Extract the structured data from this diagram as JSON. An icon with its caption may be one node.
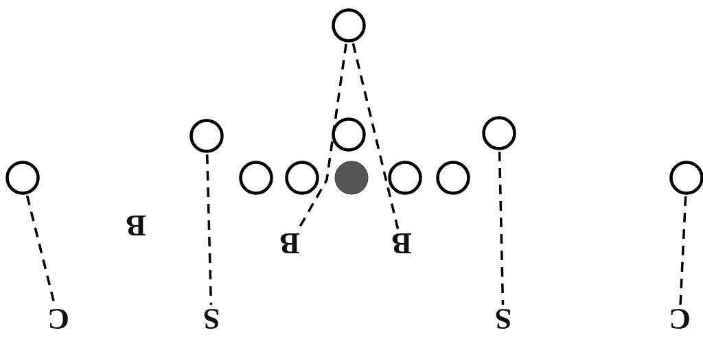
{
  "diagram": {
    "nodes": [
      {
        "text": [],
        "shape": "circle"
      },
      {
        "text": [],
        "shape": "circle"
      },
      {
        "text": [],
        "shape": "circle"
      },
      {
        "text": [],
        "shape": "circle"
      },
      {
        "text": [],
        "shape": "circle"
      },
      {
        "text": [],
        "shape": "circle"
      },
      {
        "text": [],
        "shape": "circle"
      },
      {
        "text": [],
        "shape": "dot"
      },
      {
        "text": [],
        "shape": "circle"
      },
      {
        "text": [],
        "shape": "circle"
      },
      {
        "text": [],
        "shape": "circle"
      },
      {
        "text": [
          "B"
        ]
      },
      {
        "text": [
          "B"
        ]
      },
      {
        "text": [
          "B"
        ]
      },
      {
        "text": [
          "C"
        ]
      },
      {
        "text": [
          "S"
        ]
      },
      {
        "text": [
          "S"
        ]
      },
      {
        "text": [
          "C"
        ]
      }
    ],
    "edges": [
      {
        "from": 0,
        "to": 12,
        "arrow": "none",
        "style": "dashed"
      },
      {
        "from": 0,
        "to": 13,
        "arrow": "none",
        "style": "dashed"
      },
      {
        "from": 4,
        "to": 14,
        "arrow": "none",
        "style": "dashed"
      },
      {
        "from": 1,
        "to": 15,
        "arrow": "none",
        "style": "dashed"
      },
      {
        "from": 3,
        "to": 16,
        "arrow": "none",
        "style": "dashed"
      },
      {
        "from": 10,
        "to": 17,
        "arrow": "none",
        "style": "dashed"
      }
    ]
  }
}
